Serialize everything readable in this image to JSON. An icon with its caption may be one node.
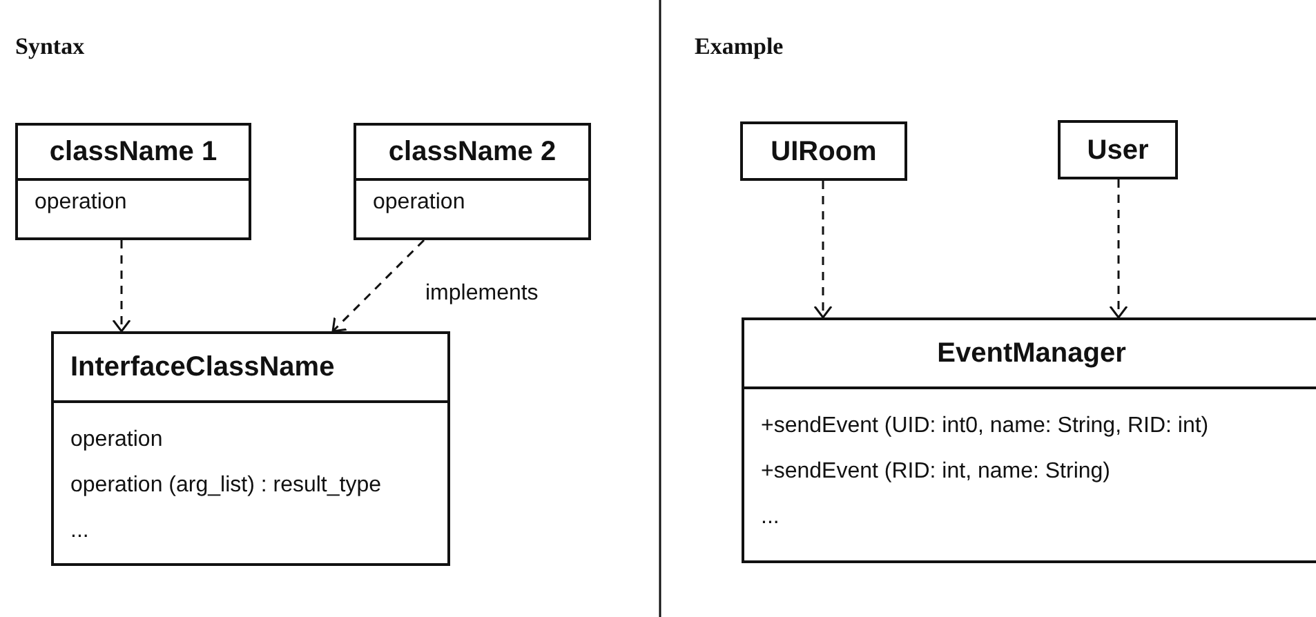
{
  "diagram": {
    "nodes": [
      {
        "text": [
          "className 1",
          "operation"
        ]
      },
      {
        "text": [
          "className 2",
          "operation"
        ]
      },
      {
        "text": [
          "InterfaceClassName",
          "operation",
          "operation (arg_list) : result_type",
          "..."
        ]
      },
      {
        "text": [
          "UIRoom"
        ]
      },
      {
        "text": [
          "User"
        ]
      },
      {
        "text": [
          "EventManager",
          "+sendEvent (UID: int0, name: String, RID: int)",
          "+sendEvent (RID: int, name: String)",
          "..."
        ]
      }
    ],
    "edges": [
      {
        "from": 0,
        "to": 2,
        "arrow": "to",
        "style": "dashed"
      },
      {
        "from": 1,
        "to": 2,
        "arrow": "to",
        "style": "dashed",
        "label": "implements"
      },
      {
        "from": 3,
        "to": 5,
        "arrow": "to",
        "style": "dashed"
      },
      {
        "from": 4,
        "to": 5,
        "arrow": "to",
        "style": "dashed"
      }
    ],
    "labels": [
      "Syntax",
      "Example"
    ]
  }
}
